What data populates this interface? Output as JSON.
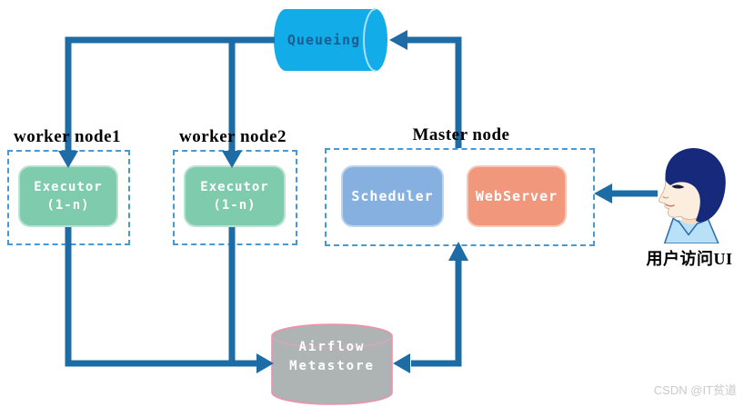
{
  "diagram": {
    "queueing": {
      "label": "Queueing"
    },
    "worker1": {
      "title": "worker node1",
      "executor": "Executor",
      "executor_sub": "(1-n)"
    },
    "worker2": {
      "title": "worker node2",
      "executor": "Executor",
      "executor_sub": "(1-n)"
    },
    "master": {
      "title": "Master node",
      "scheduler": "Scheduler",
      "webserver": "WebServer"
    },
    "metastore": {
      "line1": "Airflow",
      "line2": "Metastore"
    },
    "user": {
      "label": "用户访问UI"
    },
    "watermark": "CSDN @IT贫道"
  },
  "colors": {
    "arrow": "#1e6ca6",
    "queueing_fill": "#12ace8",
    "queueing_text": "#1a5e8f",
    "executor_fill": "#7ecbae",
    "scheduler_fill": "#86b0df",
    "webserver_fill": "#f0977c",
    "metastore_fill": "#aeb4b4",
    "metastore_stroke": "#ef91a9",
    "dashed_border": "#4499d6",
    "hair": "#16297a",
    "skin": "#fbeede",
    "collar": "#b8e1f8",
    "watermark": "#c9c9c9"
  }
}
